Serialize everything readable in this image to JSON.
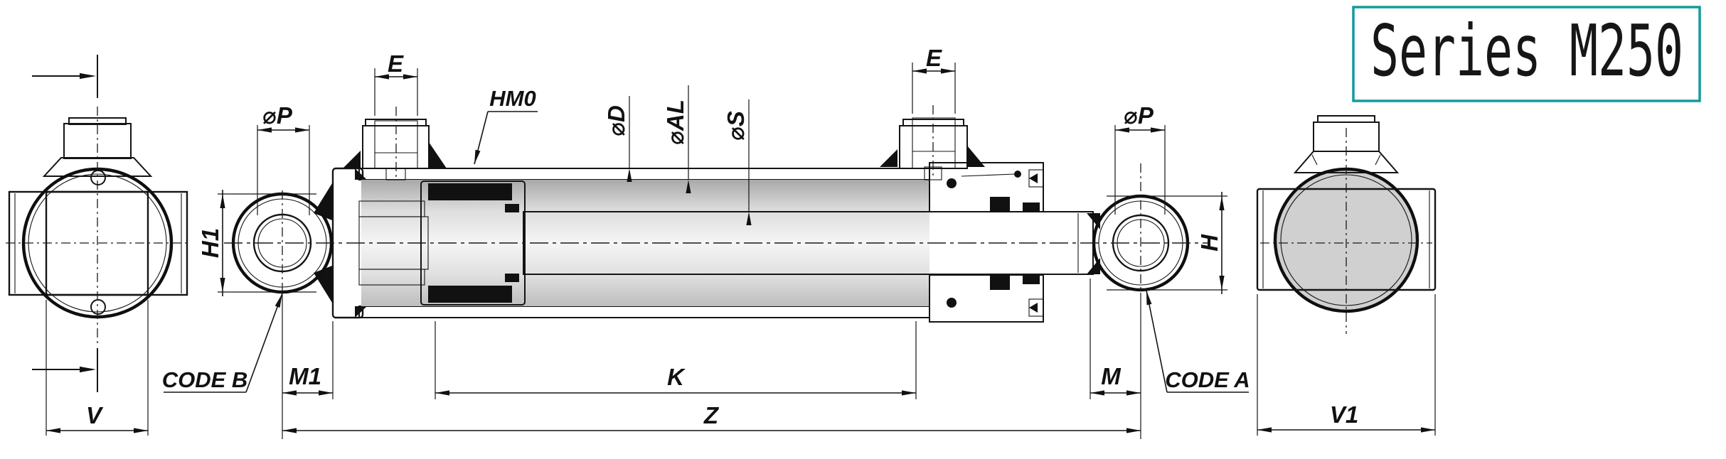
{
  "title_box": {
    "label": "Series M250"
  },
  "main_view": {
    "dim_e_left": "E",
    "dim_e_right": "E",
    "label_hm0": "HM0",
    "dim_d": "⌀D",
    "dim_al": "⌀AL",
    "dim_s": "⌀S",
    "dim_p_left": "⌀P",
    "dim_p_right": "⌀P",
    "dim_h1": "H1",
    "dim_h": "H",
    "dim_m1": "M1",
    "dim_k": "K",
    "dim_m": "M",
    "dim_z": "Z",
    "label_code_b": "CODE B",
    "label_code_a": "CODE A"
  },
  "left_end_view": {
    "dim_v": "V"
  },
  "right_end_view": {
    "dim_v1": "V1"
  },
  "colors": {
    "accent_teal": "#149a9e",
    "line": "#141414",
    "seal_black": "#111111",
    "metal_light": "#d5d5d5"
  }
}
